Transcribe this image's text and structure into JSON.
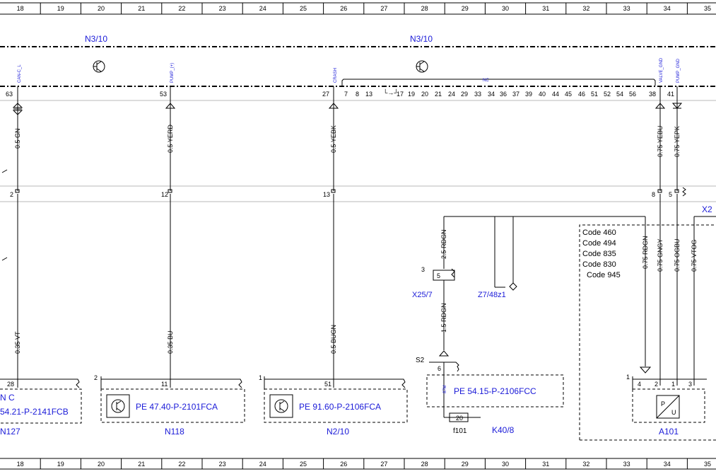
{
  "grid_columns": [
    "18",
    "19",
    "20",
    "21",
    "22",
    "23",
    "24",
    "25",
    "26",
    "27",
    "28",
    "29",
    "30",
    "31",
    "32",
    "33",
    "34",
    "35"
  ],
  "modules": {
    "left": "N3/10",
    "right": "N3/10"
  },
  "signals": {
    "can": "CAN-C_L",
    "pump_plus": "PUMP_(+)",
    "crash": "CRASH",
    "nc": "NC",
    "valve_gnd": "VALVE_GND",
    "pump_gnd": "PUMP_GND"
  },
  "pins_top": {
    "p63": "63",
    "p53": "53",
    "p27": "27",
    "seq": [
      "7",
      "8",
      "13",
      "17",
      "19",
      "20",
      "21",
      "24",
      "29",
      "33",
      "34",
      "36",
      "37",
      "39",
      "40",
      "44",
      "45",
      "46",
      "51",
      "52",
      "54",
      "56"
    ],
    "p38": "38",
    "p41": "41"
  },
  "wires": {
    "w_gn": "0.5 GN",
    "w_yerd": "0.5 YERD",
    "w_yebk": "0.5 YEBK",
    "w_yebu": "0.75 YEBU",
    "w_yepk": "0.75 YEPK",
    "w_vt": "0.35 VT",
    "w_bu": "0.35 BU",
    "w_bugn": "0.5 BUGN",
    "w_rdgn25": "2.5 RDGN",
    "w_rdgn15": "1.5 RDGN",
    "w_rdgn075": "0.75 RDGN",
    "w_gngy": "0.75 GNGY",
    "w_ogbu": "0.75 OGBU",
    "w_vtog": "0.75 VTOG"
  },
  "pins_mid": {
    "p2": "2",
    "p12": "12",
    "p13": "13",
    "p8": "8",
    "p5": "5"
  },
  "codes": [
    "Code 460",
    "Code 494",
    "Code 835",
    "Code 830",
    "Code 945"
  ],
  "connectors": {
    "x25": "X25/7",
    "x25_pin3": "3",
    "x25_pin5": "5",
    "z7": "Z7/48z1",
    "x2_partial": "X2",
    "s2": "S2",
    "s2_pin6": "6",
    "s2_label87m": "87M",
    "f101": "f101",
    "fuse20": "20",
    "k40": "K40/8"
  },
  "components": {
    "n127": {
      "pin": "28",
      "ref_partial": "N C",
      "pe": "54.21-P-2141FCB",
      "label": "N127"
    },
    "n118": {
      "group": "2",
      "pin": "11",
      "pe": "PE 47.40-P-2101FCA",
      "label": "N118"
    },
    "n210": {
      "group": "1",
      "pin": "51",
      "pe": "PE 91.60-P-2106FCA",
      "label": "N2/10"
    },
    "s2box": {
      "pe": "PE 54.15-P-2106FCC"
    },
    "a101": {
      "group": "1",
      "pins": [
        "4",
        "2",
        "1",
        "3"
      ],
      "label": "A101"
    }
  },
  "misc": {
    "seq_break": "└→┘"
  }
}
